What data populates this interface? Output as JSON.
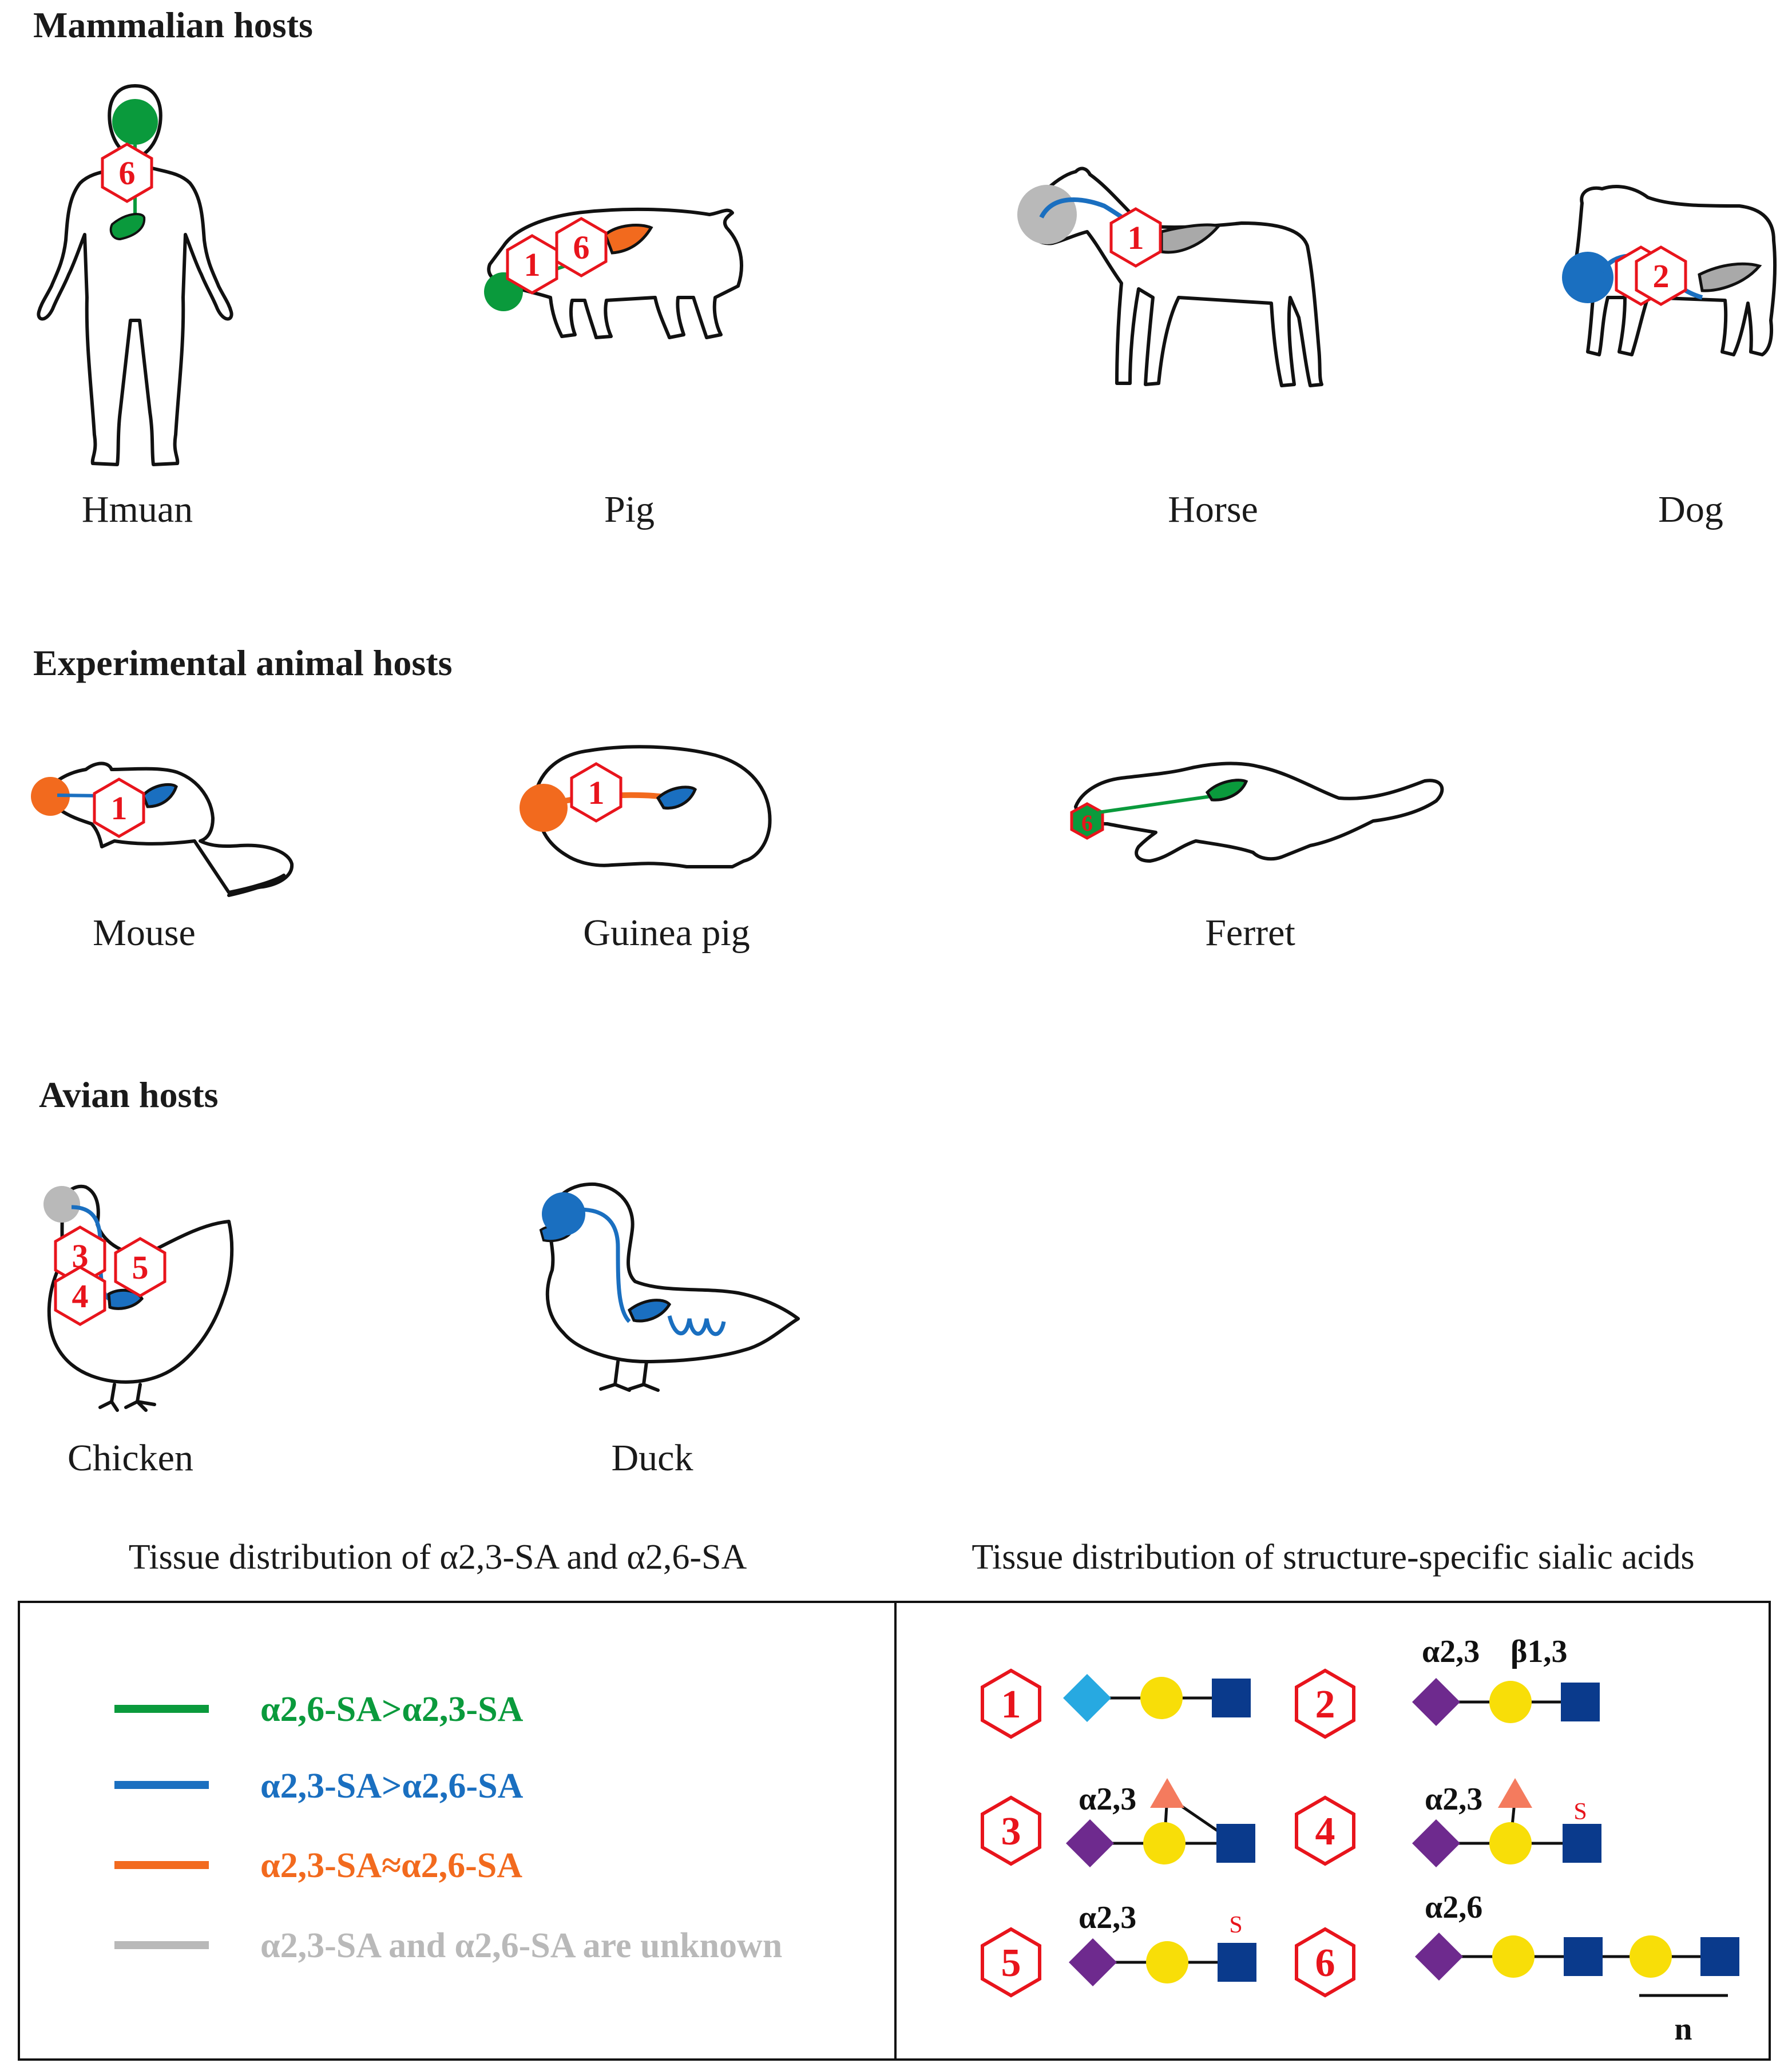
{
  "sections": {
    "mammalian": "Mammalian hosts",
    "experimental": "Experimental animal hosts",
    "avian": "Avian hosts"
  },
  "hosts": {
    "human": "Hmuan",
    "pig": "Pig",
    "horse": "Horse",
    "dog": "Dog",
    "mouse": "Mouse",
    "guinea_pig": "Guinea pig",
    "ferret": "Ferret",
    "chicken": "Chicken",
    "duck": "Duck"
  },
  "legend": {
    "left_title": "Tissue distribution of α2,3-SA and α2,6-SA",
    "right_title": "Tissue distribution of structure-specific  sialic acids",
    "items": [
      {
        "label": "α2,6-SA>α2,3-SA",
        "color": "#0a9a3c"
      },
      {
        "label": "α2,3-SA>α2,6-SA",
        "color": "#1a6fc0"
      },
      {
        "label": "α2,3-SA≈α2,6-SA",
        "color": "#f26a1e"
      },
      {
        "label": "α2,3-SA and α2,6-SA  are  unknown",
        "color": "#b9b9b9"
      }
    ]
  },
  "structures": {
    "numbers": [
      "1",
      "2",
      "3",
      "4",
      "5",
      "6"
    ],
    "s2_link1": "α2,3",
    "s2_link2": "β1,3",
    "s3_link": "α2,3",
    "s4_link": "α2,3",
    "s4_sulfate": "S",
    "s5_link": "α2,3",
    "s5_sulfate": "S",
    "s6_link": "α2,6",
    "s6_repeat": "n"
  },
  "host_markers": {
    "human": [
      "6"
    ],
    "pig": [
      "1",
      "6"
    ],
    "horse": [
      "1"
    ],
    "dog": [
      "1",
      "2"
    ],
    "mouse": [
      "1"
    ],
    "guinea_pig": [
      "1"
    ],
    "ferret": [
      "6"
    ],
    "chicken": [
      "3",
      "4",
      "5"
    ]
  },
  "colors": {
    "hexagon": "#e8141c",
    "sia_purple": "#6e2a8e",
    "kdn_cyan": "#27a9e1",
    "gal_yellow": "#f8de08",
    "glcnac_blue": "#0a3a8c",
    "fucose": "#f47b5e",
    "tissue_green": "#0a9a3c",
    "tissue_blue": "#1a6fc0",
    "tissue_orange": "#f26a1e",
    "tissue_gray": "#b9b9b9"
  }
}
